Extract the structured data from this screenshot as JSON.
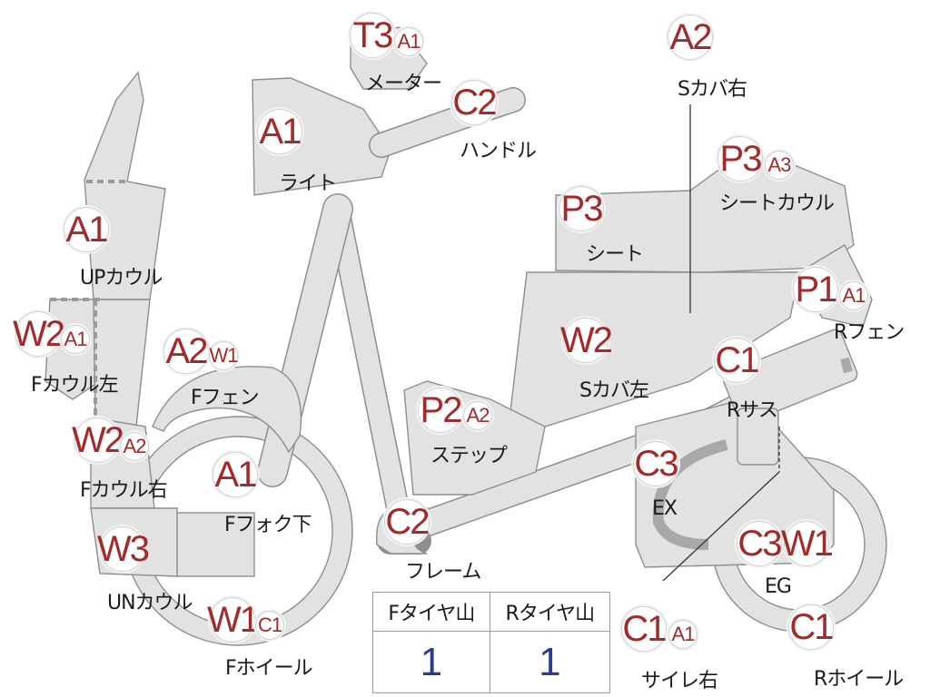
{
  "parts": [
    {
      "id": "meter",
      "label": "メーター",
      "grade": "T3",
      "sub": "A1"
    },
    {
      "id": "handle",
      "label": "ハンドル",
      "grade": "C2",
      "sub": ""
    },
    {
      "id": "light",
      "label": "ライト",
      "grade": "A1",
      "sub": ""
    },
    {
      "id": "up-cowl",
      "label": "UPカウル",
      "grade": "A1",
      "sub": ""
    },
    {
      "id": "f-cowl-left",
      "label": "Fカウル左",
      "grade": "W2",
      "sub": "A1"
    },
    {
      "id": "f-fender",
      "label": "Fフェン",
      "grade": "A2",
      "sub": "W1"
    },
    {
      "id": "f-cowl-right",
      "label": "Fカウル右",
      "grade": "W2",
      "sub": "A2"
    },
    {
      "id": "f-fork-lower",
      "label": "Fフォク下",
      "grade": "A1",
      "sub": ""
    },
    {
      "id": "un-cowl",
      "label": "UNカウル",
      "grade": "W3",
      "sub": ""
    },
    {
      "id": "f-wheel",
      "label": "Fホイール",
      "grade": "W1",
      "sub": "C1"
    },
    {
      "id": "step",
      "label": "ステップ",
      "grade": "P2",
      "sub": "A2"
    },
    {
      "id": "frame",
      "label": "フレーム",
      "grade": "C2",
      "sub": ""
    },
    {
      "id": "side-cover-right",
      "label": "Sカバ右",
      "grade": "A2",
      "sub": ""
    },
    {
      "id": "seat",
      "label": "シート",
      "grade": "P3",
      "sub": ""
    },
    {
      "id": "seat-cowl",
      "label": "シートカウル",
      "grade": "P3",
      "sub": "A3"
    },
    {
      "id": "r-fender",
      "label": "Rフェン",
      "grade": "P1",
      "sub": "A1"
    },
    {
      "id": "side-cover-left",
      "label": "Sカバ左",
      "grade": "W2",
      "sub": ""
    },
    {
      "id": "r-suspension",
      "label": "Rサス",
      "grade": "C1",
      "sub": ""
    },
    {
      "id": "exhaust",
      "label": "EX",
      "grade": "C3",
      "sub": ""
    },
    {
      "id": "engine",
      "label": "EG",
      "grade": "C3",
      "sub": "W1"
    },
    {
      "id": "silencer-right",
      "label": "サイレ右",
      "grade": "C1",
      "sub": "A1"
    },
    {
      "id": "r-wheel",
      "label": "Rホイール",
      "grade": "C1",
      "sub": ""
    }
  ],
  "tire_table": {
    "headers": [
      "Fタイヤ山",
      "Rタイヤ山"
    ],
    "values": [
      "1",
      "1"
    ]
  },
  "colors": {
    "grade_text": "#a32a2a",
    "part_fill": "#e2e2e0",
    "part_outline": "#8e8e8e",
    "tire_value": "#2a3c8e"
  }
}
